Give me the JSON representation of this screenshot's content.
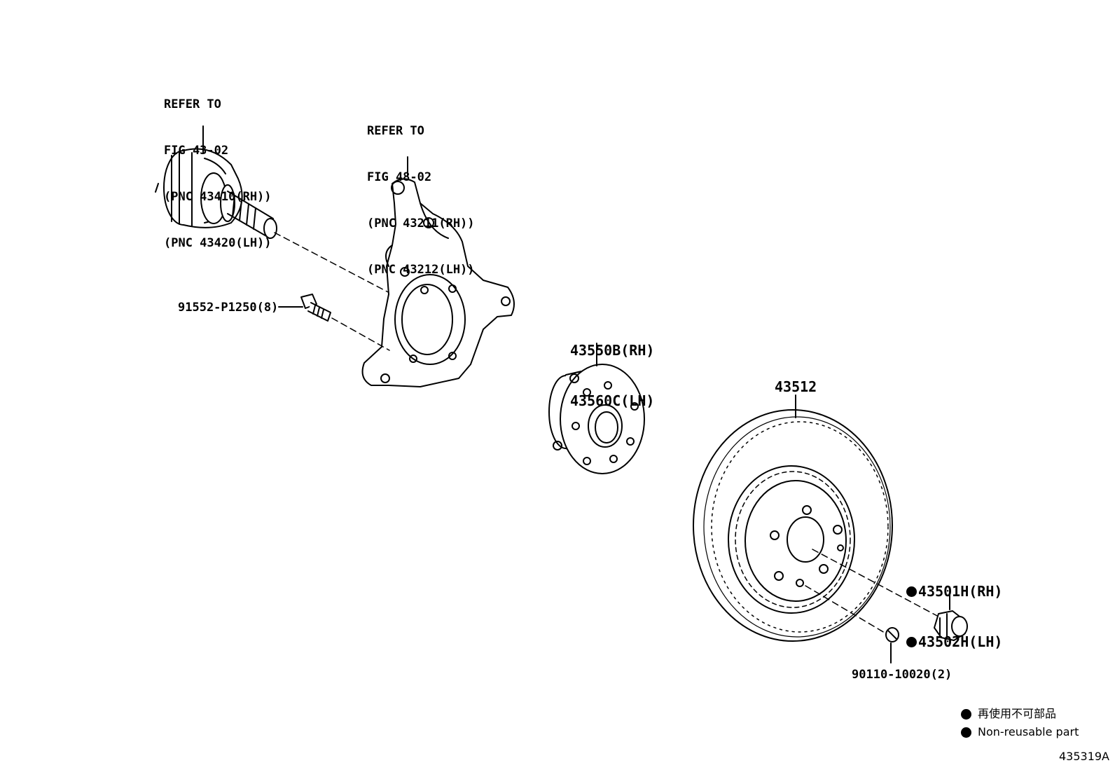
{
  "callouts": {
    "driveshaft_ref": [
      "REFER TO",
      "FIG 43-02",
      "(PNC 43410(RH))",
      "(PNC 43420(LH))"
    ],
    "knuckle_ref": [
      "REFER TO",
      "FIG 48-02",
      "(PNC 43211(RH))",
      "(PNC 43212(LH))"
    ],
    "bolt": "91552-P1250(8)",
    "hub_rh": "43550B(RH)",
    "hub_lh": "43560C(LH)",
    "disc": "43512",
    "nut_rh": "43501H(RH)",
    "nut_lh": "43502H(LH)",
    "screw": "90110-10020(2)"
  },
  "legend": {
    "line1": "再使用不可部品",
    "line2": "Non-reusable part",
    "icon": "filled-circle"
  },
  "figure_number": "435319A",
  "colors": {
    "ink": "#000000",
    "paper": "#ffffff"
  }
}
